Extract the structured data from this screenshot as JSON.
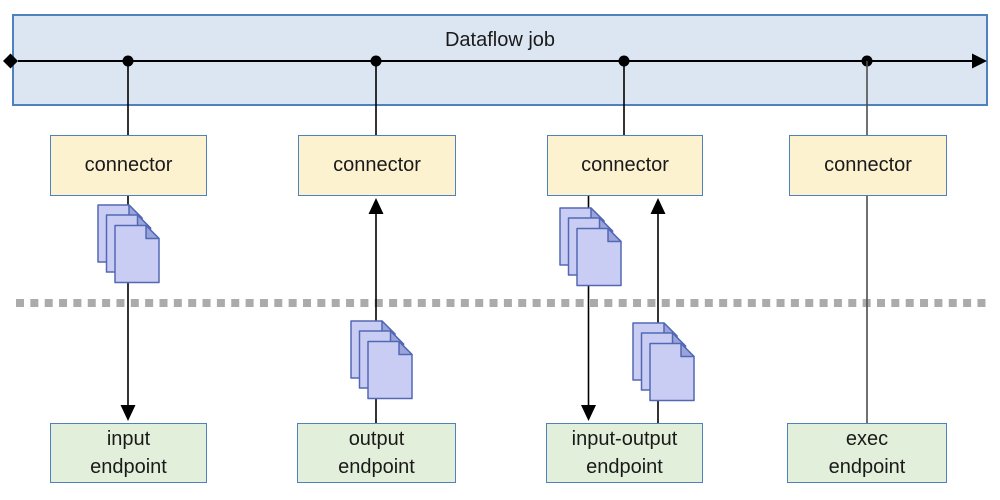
{
  "bar": {
    "title": "Dataflow job"
  },
  "connectors": [
    {
      "label": "connector"
    },
    {
      "label": "connector"
    },
    {
      "label": "connector"
    },
    {
      "label": "connector"
    }
  ],
  "endpoints": [
    {
      "label": "input\nendpoint"
    },
    {
      "label": "output\nendpoint"
    },
    {
      "label": "input-output\nendpoint"
    },
    {
      "label": "exec\nendpoint"
    }
  ],
  "icons": {
    "documents": "documents-stack-icon",
    "timeline_start": "diamond-icon",
    "timeline_end": "right-arrowhead-icon"
  },
  "colors": {
    "bar_fill": "#dce6f2",
    "connector_fill": "#fdf2d0",
    "endpoint_fill": "#e2efda",
    "box_border": "#4f81bd",
    "document_fill": "#c9cdf3",
    "document_border": "#5268b4",
    "document_fold": "#9aa4da",
    "flow_line": "#000000",
    "exec_line": "#4d4d4d",
    "boundary_dots": "#ababab"
  }
}
